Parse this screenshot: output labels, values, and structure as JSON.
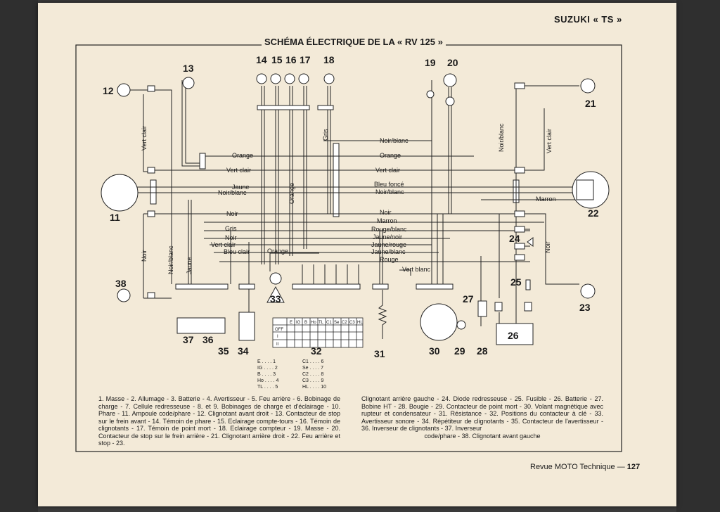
{
  "header": {
    "brand": "SUZUKI « TS »",
    "title": "SCHÉMA ÉLECTRIQUE DE LA « RV 125 »"
  },
  "footer": {
    "magazine": "Revue MOTO Technique —",
    "page": "127"
  },
  "numbers": {
    "n1": "1",
    "n2": "2",
    "n3": "3",
    "n4": "4",
    "n5": "5",
    "n6": "6",
    "n7": "7",
    "n8": "8",
    "n9": "9",
    "n10": "10",
    "n11": "11",
    "n12": "12",
    "n13": "13",
    "n14": "14",
    "n15": "15",
    "n16": "16",
    "n17": "17",
    "n18": "18",
    "n19": "19",
    "n20": "20",
    "n21": "21",
    "n22": "22",
    "n23": "23",
    "n24": "24",
    "n25": "25",
    "n26": "26",
    "n27": "27",
    "n28": "28",
    "n29": "29",
    "n30": "30",
    "n31": "31",
    "n32": "32",
    "n33": "33",
    "n34": "34",
    "n35": "35",
    "n36": "36",
    "n37": "37",
    "n38": "38"
  },
  "wires": {
    "orange": "Orange",
    "vert_clair": "Vert clair",
    "jaune": "Jaune",
    "noir_blanc": "Noir/blanc",
    "noir": "Noir",
    "gris": "Gris",
    "bleu_clair": "Bleu clair",
    "bleu_fonce": "Bleu foncé",
    "marron": "Marron",
    "rouge_blanc": "Rouge/blanc",
    "jaune_noir": "Jaune/noir",
    "jaune_rouge": "Jaune/rouge",
    "jaune_blanc": "Jaune/blanc",
    "rouge": "Rouge",
    "vert_blanc": "Vert blanc"
  },
  "switch_table": {
    "headers": [
      "E",
      "IG",
      "B",
      "Ho",
      "TL",
      "C1",
      "Se",
      "C2",
      "C3",
      "HL"
    ],
    "rows": [
      "OFF",
      "I",
      "II"
    ]
  },
  "terminal_key": {
    "left": [
      "E . . . . 1",
      "IG . . . . 2",
      "B . . . . 3",
      "Ho . . . . 4",
      "TL . . . . 5"
    ],
    "right": [
      "C1 . . . . 6",
      "Se . . . . 7",
      "C2 . . . . 8",
      "C3 . . . . 9",
      "HL . . . . 10"
    ]
  },
  "legend": {
    "left": "1. Masse - 2. Allumage - 3. Batterie - 4. Avertisseur - 5. Feu arrière - 6. Bobinage de charge - 7. Cellule redresseuse - 8. et 9. Bobinages de charge et d'éclairage - 10. Phare - 11. Ampoule code/phare - 12. Clignotant avant droit - 13. Contacteur de stop sur le frein avant - 14. Témoin de phare - 15. Eclairage compte-tours - 16. Témoin de clignotants - 17. Témoin de point mort - 18. Eclairage compteur - 19. Masse - 20. Contacteur de stop sur le frein arrière - 21. Clignotant arrière droit - 22. Feu arrière et stop - 23.",
    "right_main": "Clignotant arrière gauche - 24. Diode redresseuse - 25. Fusible - 26. Batterie - 27. Bobine HT - 28. Bougie - 29. Contacteur de point mort - 30. Volant magnétique avec rupteur et condensateur - 31. Résistance - 32. Positions du contacteur à clé - 33. Avertisseur sonore - 34. Répétiteur de clignotants - 35. Contacteur de l'avertisseur - 36. Inverseur de clignotants - 37. Inverseur",
    "right_last": "code/phare - 38. Clignotant avant gauche"
  }
}
